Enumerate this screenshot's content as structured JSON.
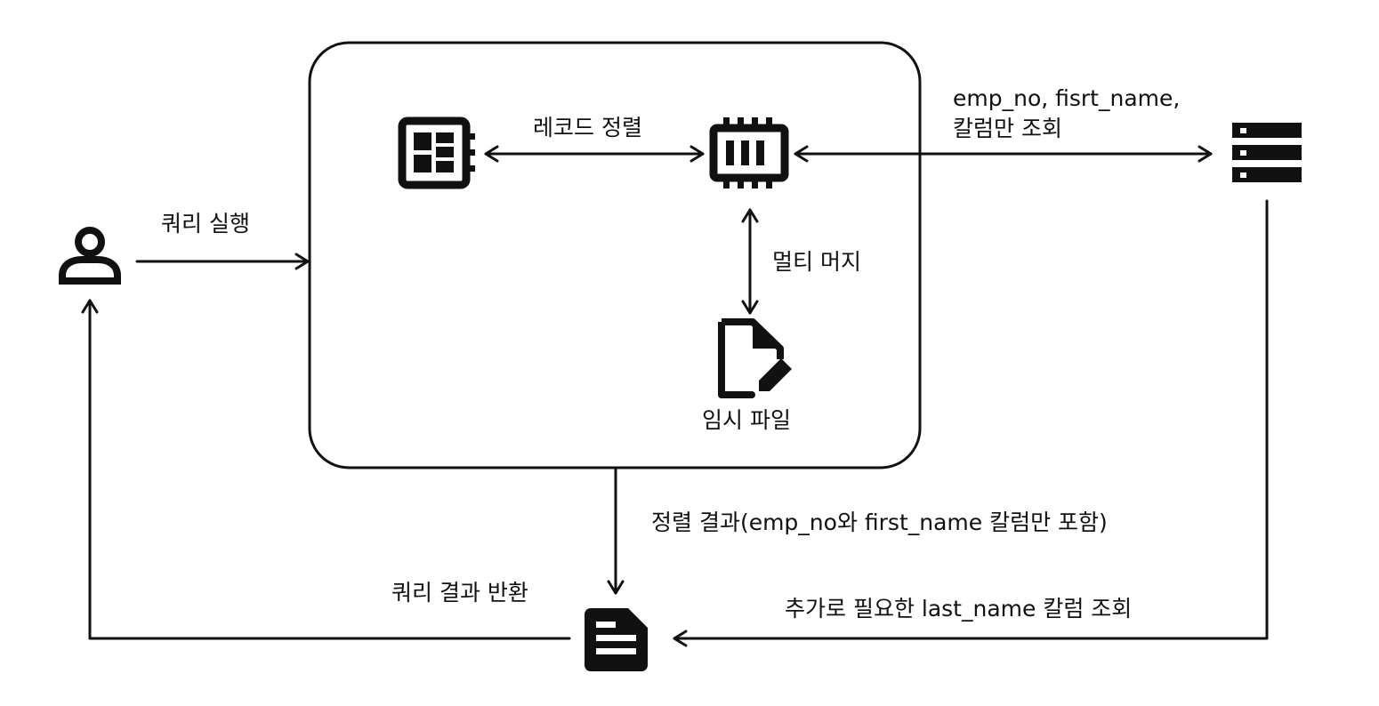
{
  "labels": {
    "query_execute": "쿼리 실행",
    "record_sort": "레코드 정렬",
    "multi_merge": "멀티 머지",
    "temp_file": "임시 파일",
    "column_lookup_line1": "emp_no, fisrt_name,",
    "column_lookup_line2": "칼럼만 조회",
    "sort_result": "정렬 결과(emp_no와 first_name 칼럼만 포함)",
    "return_result": "쿼리 결과 반환",
    "additional_lookup": "추가로 필요한 last_name 칼럼 조회"
  },
  "icons": {
    "user": "user-icon",
    "cpu_board": "cpu-chip-icon",
    "memory": "memory-chip-icon",
    "temp_file": "file-edit-icon",
    "server": "server-rack-icon",
    "result_doc": "document-icon"
  },
  "colors": {
    "stroke": "#111111",
    "background": "#ffffff"
  }
}
